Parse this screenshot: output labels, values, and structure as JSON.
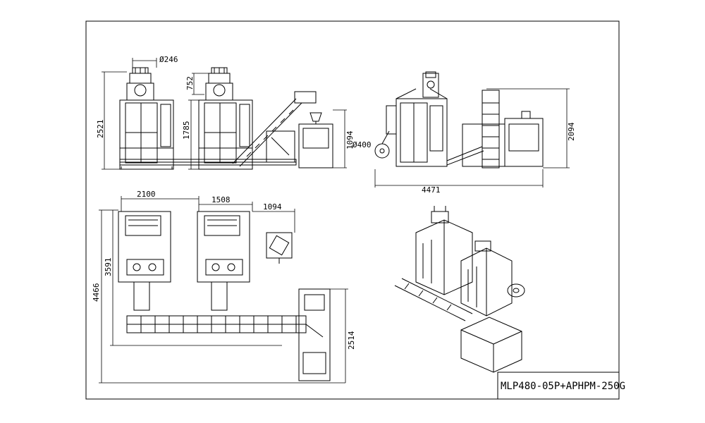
{
  "drawing": {
    "model_code": "MLP480-05P+APHPM-250G"
  },
  "dimensions": {
    "front_hopper_diameter": "Ø246",
    "front_head_height": "752",
    "front_total_height": "2521",
    "front_machine_height": "1785",
    "wheel_height": "1094",
    "wheel_diameter": "Ø400",
    "side_total_height": "2094",
    "side_total_length": "4471",
    "plan_width_a": "2100",
    "plan_width_b": "1508",
    "plan_width_c": "1094",
    "plan_height_inner": "3591",
    "plan_height_total": "4466",
    "plan_conveyor_height": "2514"
  },
  "colors": {
    "line": "#000000",
    "background": "#ffffff"
  }
}
